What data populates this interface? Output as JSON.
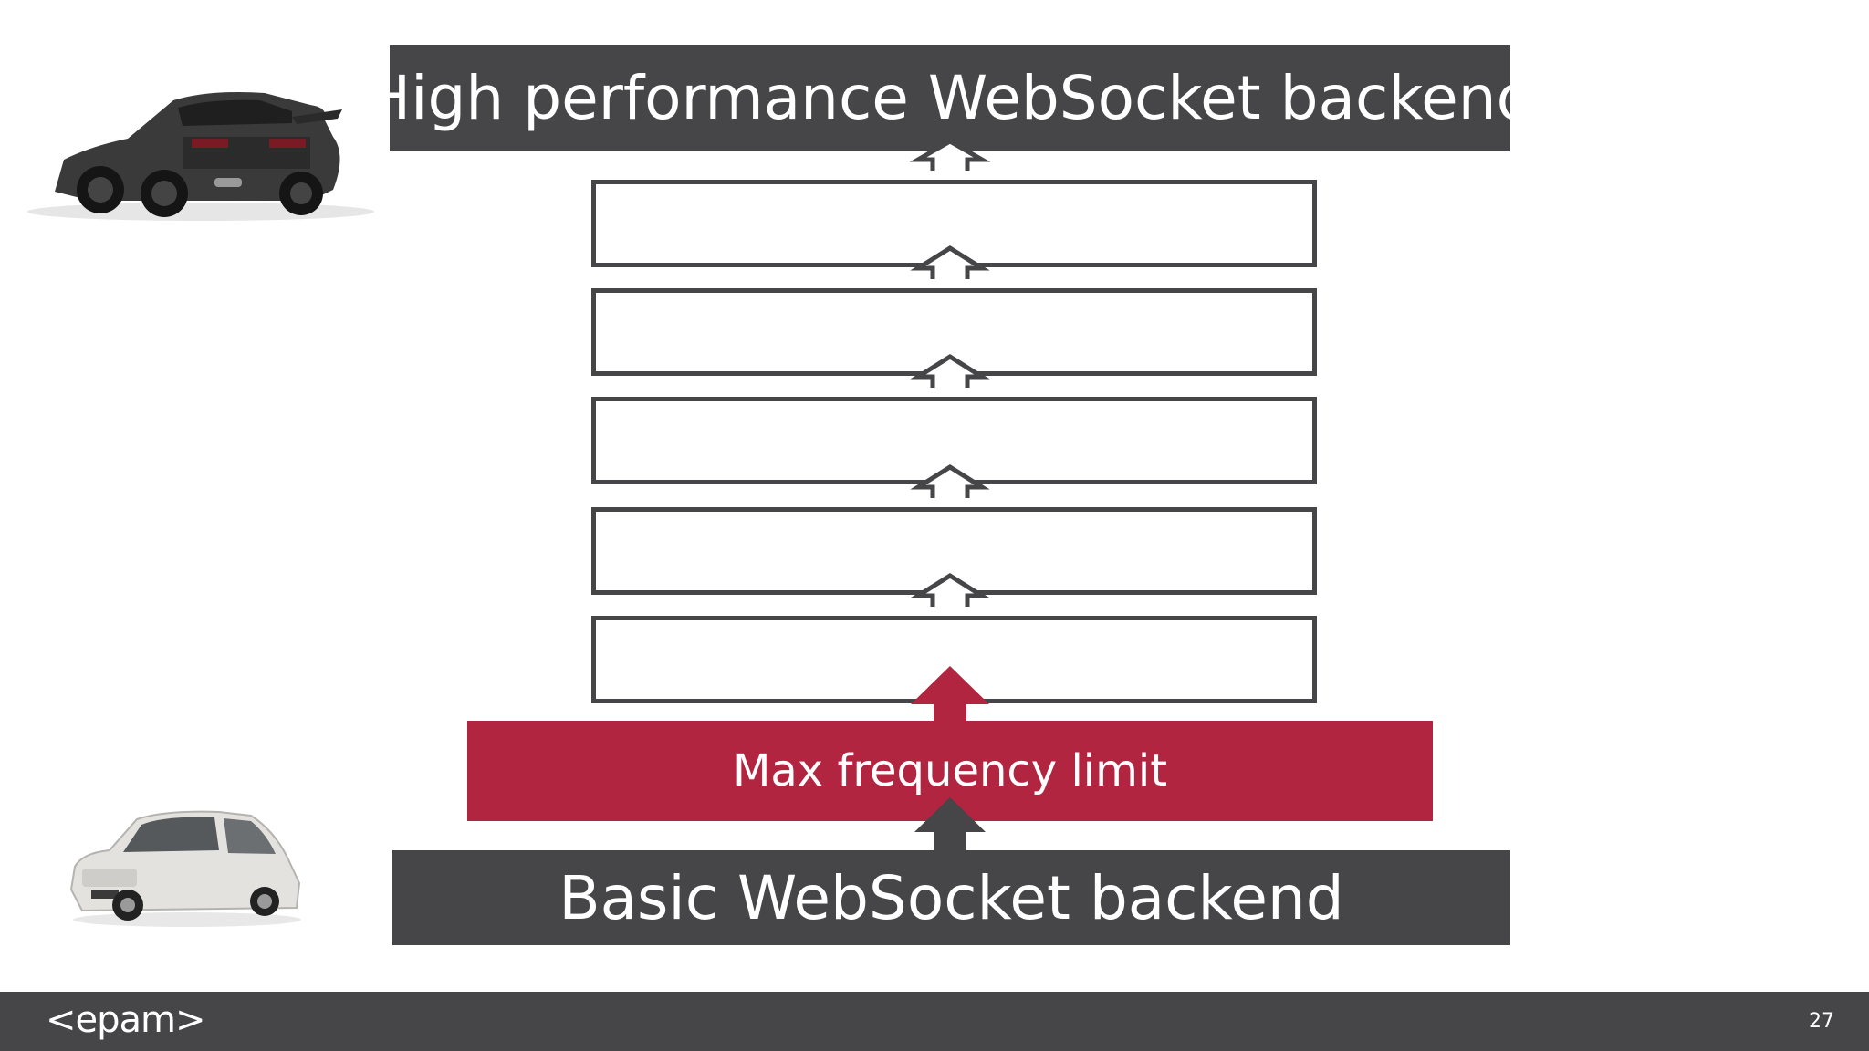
{
  "diagram": {
    "top_label": "High performance WebSocket backend",
    "limit_label": "Max frequency limit",
    "base_label": "Basic WebSocket backend",
    "empty_layers": 5
  },
  "footer": {
    "logo": "<epam>",
    "page_number": "27"
  },
  "colors": {
    "dark": "#464547",
    "accent": "#b22541",
    "background": "#ffffff"
  },
  "images": {
    "top_car": "sports-car-image",
    "bottom_car": "compact-car-image"
  }
}
